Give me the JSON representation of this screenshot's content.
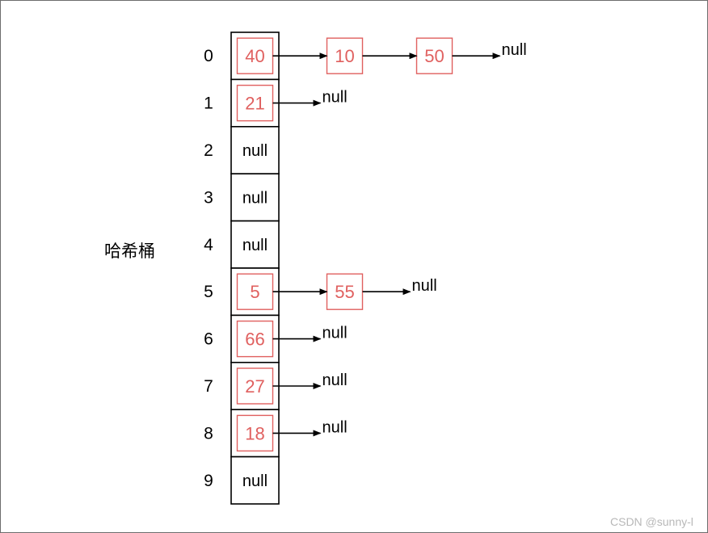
{
  "diagram": {
    "title": "哈希桶",
    "null_label": "null",
    "buckets": [
      {
        "index": "0",
        "chain": [
          "40",
          "10",
          "50"
        ]
      },
      {
        "index": "1",
        "chain": [
          "21"
        ]
      },
      {
        "index": "2",
        "chain": []
      },
      {
        "index": "3",
        "chain": []
      },
      {
        "index": "4",
        "chain": []
      },
      {
        "index": "5",
        "chain": [
          "5",
          "55"
        ]
      },
      {
        "index": "6",
        "chain": [
          "66"
        ]
      },
      {
        "index": "7",
        "chain": [
          "27"
        ]
      },
      {
        "index": "8",
        "chain": [
          "18"
        ]
      },
      {
        "index": "9",
        "chain": []
      }
    ]
  },
  "colors": {
    "node": "#e0605f",
    "line": "#000000",
    "watermark": "#b8b8b8"
  },
  "watermark": "CSDN @sunny-l"
}
